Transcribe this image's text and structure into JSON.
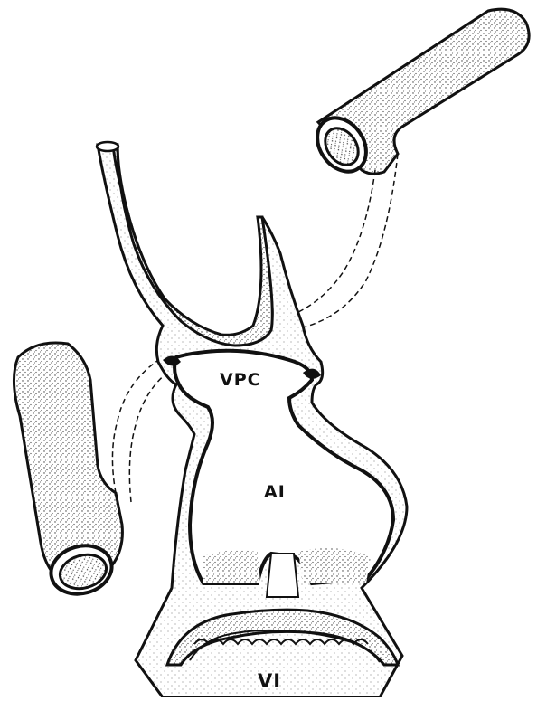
{
  "labels": {
    "vpc": "VPC",
    "ai": "AI",
    "vi": "VI"
  },
  "colors": {
    "ink": "#111111",
    "stipple": "#3a3a3a",
    "background": "#ffffff"
  }
}
